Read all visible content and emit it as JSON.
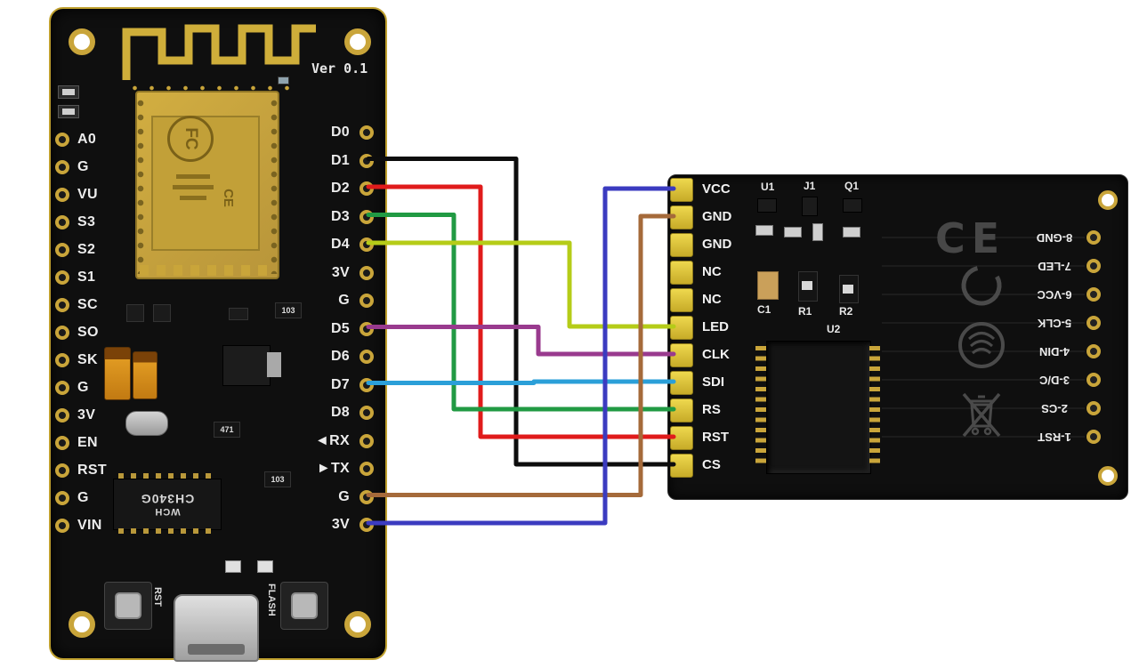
{
  "colors": {
    "pcb_gold": "#c9a53a",
    "header_yellow": "#c7ab28",
    "silkscreen": "#ececec"
  },
  "nodemcu": {
    "version_label": "Ver 0.1",
    "left_pins": [
      "A0",
      "G",
      "VU",
      "S3",
      "S2",
      "S1",
      "SC",
      "SO",
      "SK",
      "G",
      "3V",
      "EN",
      "RST",
      "G",
      "VIN"
    ],
    "right_pins": [
      "D0",
      "D1",
      "D2",
      "D3",
      "D4",
      "3V",
      "G",
      "D5",
      "D6",
      "D7",
      "D8",
      "◄RX",
      "►TX",
      "G",
      "3V"
    ],
    "usb_chip": {
      "line1": "WCH",
      "line2": "CH340G"
    },
    "buttons": {
      "reset": "RST",
      "flash": "FLASH"
    },
    "smd_labels": [
      "103",
      "471",
      "103"
    ],
    "module_marks": {
      "fcc": "FC",
      "ce": "CE"
    }
  },
  "display": {
    "header_pins": [
      "VCC",
      "GND",
      "GND",
      "NC",
      "NC",
      "LED",
      "CLK",
      "SDI",
      "RS",
      "RST",
      "CS"
    ],
    "component_labels": {
      "u1": "U1",
      "j1": "J1",
      "q1": "Q1",
      "c1": "C1",
      "r1": "R1",
      "r2": "R2",
      "u2": "U2"
    },
    "right_pins": [
      "8-GND",
      "7-LED",
      "6-VCC",
      "5-CLK",
      "4-DIN",
      "3-D/C",
      "2-CS",
      "1-RST"
    ],
    "ce_mark": "CE"
  },
  "wires": [
    {
      "from": "D1",
      "from_index": 1,
      "to": "CS",
      "to_index": 10,
      "color": "#0d0d0d"
    },
    {
      "from": "D2",
      "from_index": 2,
      "to": "RST",
      "to_index": 9,
      "color": "#e01b1b"
    },
    {
      "from": "D3",
      "from_index": 3,
      "to": "RS",
      "to_index": 8,
      "color": "#219a43"
    },
    {
      "from": "D4",
      "from_index": 4,
      "to": "LED",
      "to_index": 5,
      "color": "#b5cc18"
    },
    {
      "from": "D5",
      "from_index": 7,
      "to": "CLK",
      "to_index": 6,
      "color": "#993a8e"
    },
    {
      "from": "D7",
      "from_index": 9,
      "to": "SDI",
      "to_index": 7,
      "color": "#2b9fd8"
    },
    {
      "from": "G",
      "from_index": 13,
      "to": "GND",
      "to_index": 1,
      "color": "#a56a3a"
    },
    {
      "from": "3V",
      "from_index": 14,
      "to": "VCC",
      "to_index": 0,
      "color": "#3b3bc0"
    }
  ]
}
